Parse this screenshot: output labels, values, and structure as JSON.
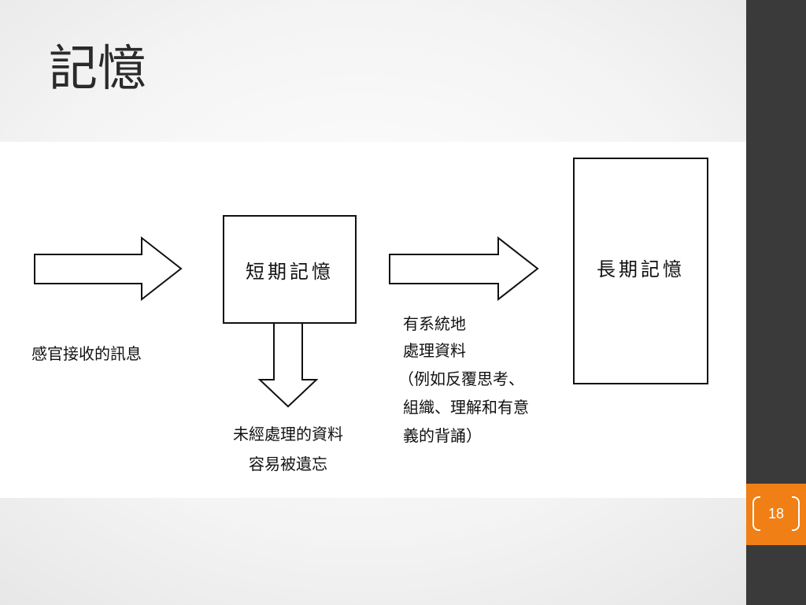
{
  "slide": {
    "title": "記憶",
    "page_number": "18"
  },
  "diagram": {
    "short_term_box": "短期記憶",
    "long_term_box": "長期記憶",
    "sensory_input_label": "感官接收的訊息",
    "forgotten_label": [
      "未經處理的資料",
      "容易被遺忘"
    ],
    "processing_label": [
      "有系統地",
      "處理資料",
      "（例如反覆思考、",
      "組織、理解和有意",
      "義的背誦）"
    ]
  },
  "colors": {
    "sidebar": "#3a3a3a",
    "accent": "#f07f16"
  }
}
